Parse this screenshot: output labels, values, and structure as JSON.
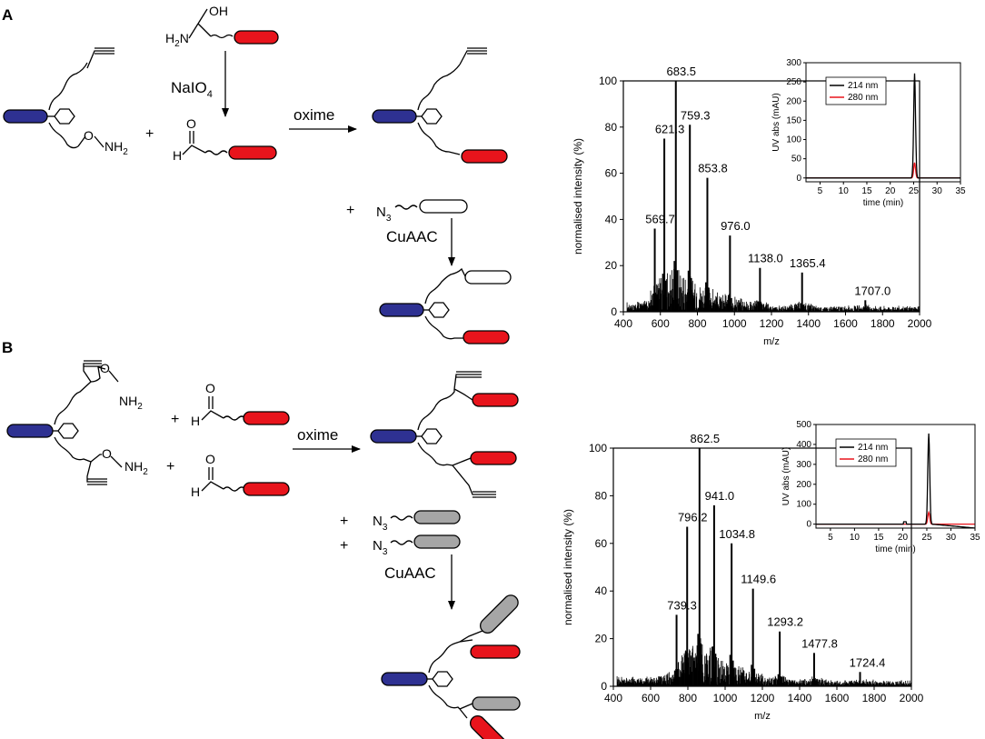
{
  "panels": {
    "A": {
      "label": "A",
      "reagent_oh": "OH",
      "reagent_h2": "H",
      "reagent_h2_sub": "2",
      "reagent_n": "N",
      "naio4": "NaIO",
      "naio4_sub": "4",
      "plus_1": "+",
      "nh2": "NH",
      "nh2_sub": "2",
      "o_label": "O",
      "aldehyde_o": "O",
      "aldehyde_h": "H",
      "oxime": "oxime",
      "plus_2": "+",
      "n3": "N",
      "n3_sub": "3",
      "cuaac": "CuAAC"
    },
    "B": {
      "label": "B",
      "o_label_1": "O",
      "nh2_1": "NH",
      "nh2_1_sub": "2",
      "o_label_2": "O",
      "nh2_2": "NH",
      "nh2_2_sub": "2",
      "plus_1": "+",
      "plus_2": "+",
      "ald1_o": "O",
      "ald1_h": "H",
      "ald2_o": "O",
      "ald2_h": "H",
      "oxime": "oxime",
      "plus_3": "+",
      "plus_4": "+",
      "n3_1": "N",
      "n3_1_sub": "3",
      "n3_2": "N",
      "n3_2_sub": "3",
      "cuaac": "CuAAC"
    }
  },
  "colors": {
    "blue": "#2e3192",
    "red": "#e8141c",
    "gray": "#a6a6a6",
    "white": "#ffffff",
    "black": "#000000",
    "trace_280": "#e8141c"
  },
  "chart_data": [
    {
      "id": "msA",
      "type": "bar",
      "xlabel": "m/z",
      "ylabel": "normalised intensity (%)",
      "xlim": [
        400,
        2000
      ],
      "ylim": [
        0,
        100
      ],
      "xticks": [
        400,
        600,
        800,
        1000,
        1200,
        1400,
        1600,
        1800,
        2000
      ],
      "yticks": [
        0,
        20,
        40,
        60,
        80,
        100
      ],
      "peaks": [
        {
          "x": 569.7,
          "y": 36,
          "label": "569.7"
        },
        {
          "x": 621.3,
          "y": 75,
          "label": "621.3"
        },
        {
          "x": 683.5,
          "y": 100,
          "label": "683.5"
        },
        {
          "x": 759.3,
          "y": 81,
          "label": "759.3"
        },
        {
          "x": 853.8,
          "y": 58,
          "label": "853.8"
        },
        {
          "x": 976.0,
          "y": 33,
          "label": "976.0"
        },
        {
          "x": 1138.0,
          "y": 19,
          "label": "1138.0"
        },
        {
          "x": 1365.4,
          "y": 17,
          "label": "1365.4"
        },
        {
          "x": 1707.0,
          "y": 5,
          "label": "1707.0"
        }
      ]
    },
    {
      "id": "uvA",
      "type": "line",
      "xlabel": "time (min)",
      "ylabel": "UV abs (mAU)",
      "xlim": [
        2,
        35
      ],
      "ylim": [
        -10,
        300
      ],
      "xticks": [
        5,
        10,
        15,
        20,
        25,
        30,
        35
      ],
      "yticks": [
        0,
        50,
        100,
        150,
        200,
        250,
        300
      ],
      "legend": "top-left",
      "series": [
        {
          "name": "214 nm",
          "peak_time": 25.2,
          "peak_height": 272
        },
        {
          "name": "280 nm",
          "peak_time": 25.2,
          "peak_height": 40
        }
      ]
    },
    {
      "id": "msB",
      "type": "bar",
      "xlabel": "m/z",
      "ylabel": "normalised intensity (%)",
      "xlim": [
        400,
        2000
      ],
      "ylim": [
        0,
        100
      ],
      "xticks": [
        400,
        600,
        800,
        1000,
        1200,
        1400,
        1600,
        1800,
        2000
      ],
      "yticks": [
        0,
        20,
        40,
        60,
        80,
        100
      ],
      "peaks": [
        {
          "x": 739.3,
          "y": 30,
          "label": "739.3"
        },
        {
          "x": 796.2,
          "y": 67,
          "label": "796.2"
        },
        {
          "x": 862.5,
          "y": 100,
          "label": "862.5"
        },
        {
          "x": 941.0,
          "y": 76,
          "label": "941.0"
        },
        {
          "x": 1034.8,
          "y": 60,
          "label": "1034.8"
        },
        {
          "x": 1149.6,
          "y": 41,
          "label": "1149.6"
        },
        {
          "x": 1293.2,
          "y": 23,
          "label": "1293.2"
        },
        {
          "x": 1477.8,
          "y": 14,
          "label": "1477.8"
        },
        {
          "x": 1724.4,
          "y": 6,
          "label": "1724.4"
        }
      ]
    },
    {
      "id": "uvB",
      "type": "line",
      "xlabel": "time (min)",
      "ylabel": "UV abs (mAU)",
      "xlim": [
        2,
        35
      ],
      "ylim": [
        -20,
        500
      ],
      "xticks": [
        5,
        10,
        15,
        20,
        25,
        30,
        35
      ],
      "yticks": [
        0,
        100,
        200,
        300,
        400,
        500
      ],
      "legend": "top-left",
      "series": [
        {
          "name": "214 nm",
          "peak_time": 25.4,
          "peak_height": 455
        },
        {
          "name": "280 nm",
          "peak_time": 25.4,
          "peak_height": 60
        }
      ]
    }
  ]
}
